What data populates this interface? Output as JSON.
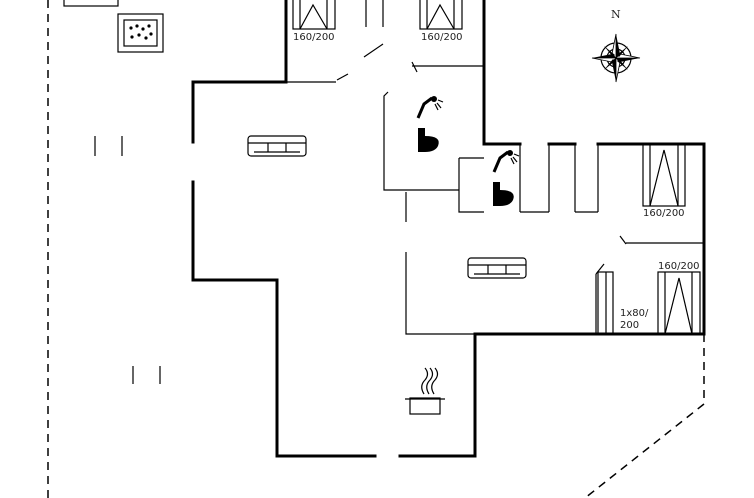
{
  "labels": {
    "bed_top_left": "160/200",
    "bed_top_mid": "160/200",
    "bed_right_upper": "160/200",
    "bed_right_lower": "160/200",
    "bunk_line1": "1x80/",
    "bunk_line2": "200"
  },
  "compass": {
    "north": "N"
  },
  "icons": [
    "hot-tub-icon",
    "sofa-icon",
    "shower-icon",
    "toilet-icon",
    "bed-icon",
    "cooking-pot-icon",
    "compass-rose-icon"
  ]
}
